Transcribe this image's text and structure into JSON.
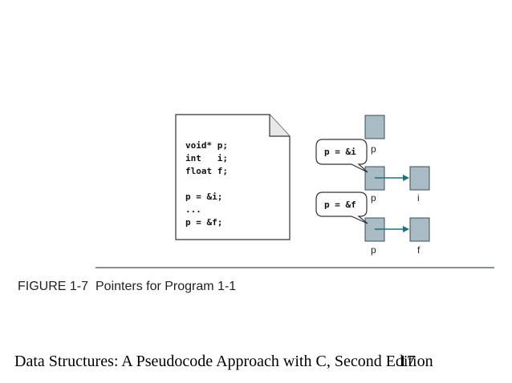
{
  "code": {
    "lines": [
      "void* p;",
      "int   i;",
      "float f;",
      "",
      "p = &i;",
      "...",
      "p = &f;"
    ]
  },
  "bubbles": {
    "first": "p = &i",
    "second": "p = &f"
  },
  "labels": {
    "p_top": "p",
    "p_mid": "p",
    "i": "i",
    "p_bottom": "p",
    "f": "f"
  },
  "caption": {
    "figure": "FIGURE 1-7",
    "title": "Pointers for Program 1-1"
  },
  "footer": {
    "text": "Data Structures: A Pseudocode Approach with C, Second Edition",
    "page": "17"
  },
  "colors": {
    "box_fill": "#a9bcc6",
    "box_stroke": "#3b4e58",
    "arrow": "#1f6f78",
    "rule": "#3b4e58"
  }
}
